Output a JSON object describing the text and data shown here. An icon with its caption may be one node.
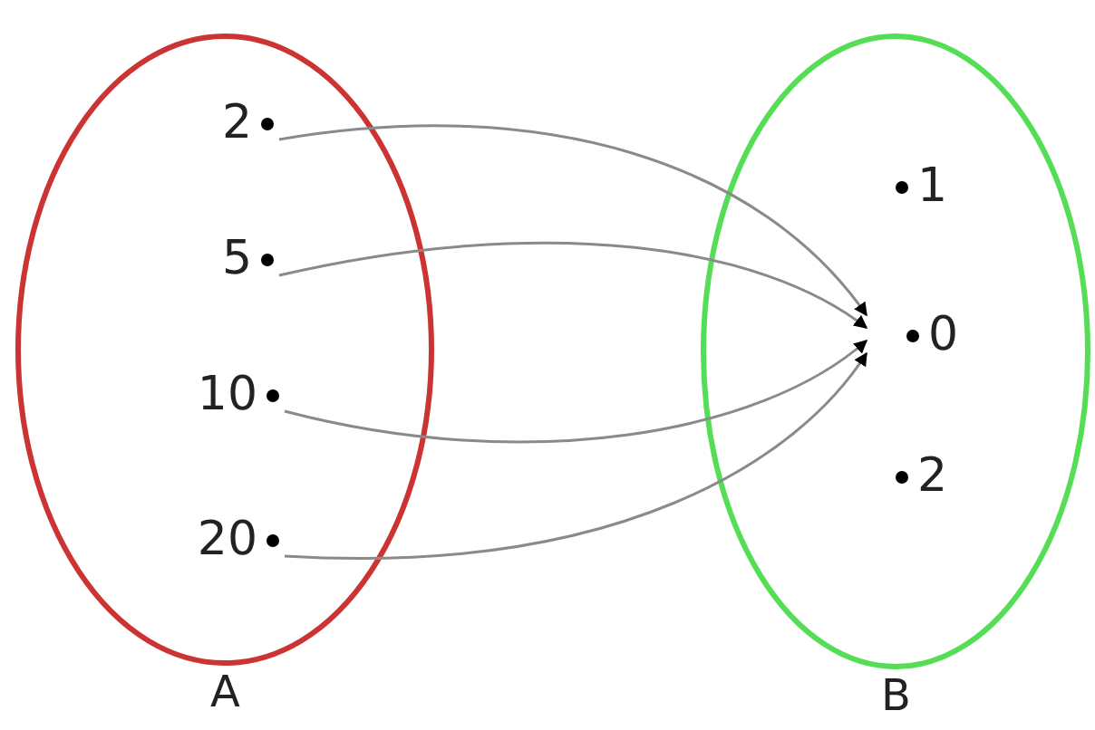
{
  "diagram": {
    "nodes": [
      {
        "text": [
          "A"
        ]
      },
      {
        "text": [
          "2"
        ],
        "in": 0
      },
      {
        "text": [
          "5"
        ],
        "in": 0
      },
      {
        "text": [
          "10"
        ],
        "in": 0
      },
      {
        "text": [
          "20"
        ],
        "in": 0
      },
      {
        "text": [
          "B"
        ]
      },
      {
        "text": [
          "1"
        ],
        "in": 5
      },
      {
        "text": [
          "0"
        ],
        "in": 5
      },
      {
        "text": [
          "2"
        ],
        "in": 5
      }
    ],
    "edges": [
      {
        "from": 1,
        "to": 7,
        "arrow": "to"
      },
      {
        "from": 2,
        "to": 7,
        "arrow": "to"
      },
      {
        "from": 3,
        "to": 7,
        "arrow": "to"
      },
      {
        "from": 4,
        "to": 7,
        "arrow": "to"
      }
    ]
  }
}
